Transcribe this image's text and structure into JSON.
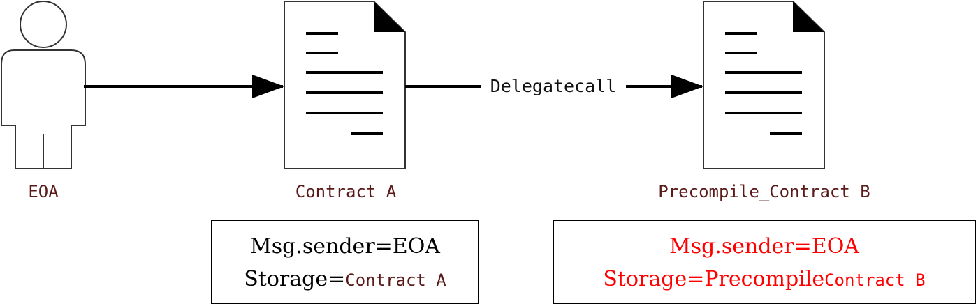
{
  "nodes": {
    "eoa": {
      "label": "EOA"
    },
    "contract_a": {
      "label": "Contract A"
    },
    "precompile_b": {
      "label": "Precompile_Contract B"
    }
  },
  "edges": {
    "delegatecall": {
      "label": "Delegatecall"
    }
  },
  "box_a": {
    "line1": "Msg.sender=EOA",
    "line2_prefix": "Storage=",
    "line2_value": "Contract A"
  },
  "box_b": {
    "line1": "Msg.sender=EOA",
    "line2_prefix": "Storage=Precompile",
    "line2_value": "Contract B"
  },
  "colors": {
    "node_label": "#5b1a1a",
    "box_b_text": "#ff0000",
    "box_a_value": "#5b1a1a"
  }
}
